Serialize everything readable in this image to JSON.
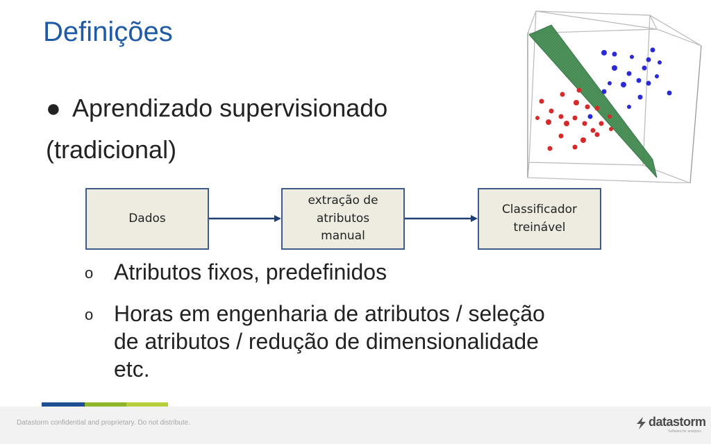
{
  "slide": {
    "title": "Definições",
    "bullet_main": {
      "marker": "●",
      "line1": "Aprendizado supervisionado",
      "line2": "(tradicional)"
    },
    "flow": {
      "boxes": [
        {
          "label": "Dados"
        },
        {
          "label": "extração de atributos manual"
        },
        {
          "label": "Classificador treinável"
        }
      ]
    },
    "sub_bullets": [
      {
        "marker": "o",
        "text": "Atributos fixos, predefinidos"
      },
      {
        "marker": "o",
        "lines": [
          "Horas em engenharia de atributos / seleção",
          "de atributos / redução de dimensionalidade",
          "etc."
        ]
      }
    ],
    "figure": {
      "icon": "3d-scatter-hyperplane-icon",
      "colors": {
        "class_a": "#d62a2a",
        "class_b": "#2a2ad6",
        "plane": "#3e8a4e"
      }
    }
  },
  "footer": {
    "text": "Datastorm confidential and proprietary. Do not distribute.",
    "logo_text": "datastorm",
    "logo_tag": "Software for analytics",
    "stripe_colors": [
      "#1e4f94",
      "#8fb528",
      "#b7cf3a"
    ]
  },
  "theme": {
    "title_color": "#1f5aa6",
    "box_fill": "#eeece1",
    "box_border": "#3c5a8a",
    "arrow_color": "#1f3f73"
  }
}
